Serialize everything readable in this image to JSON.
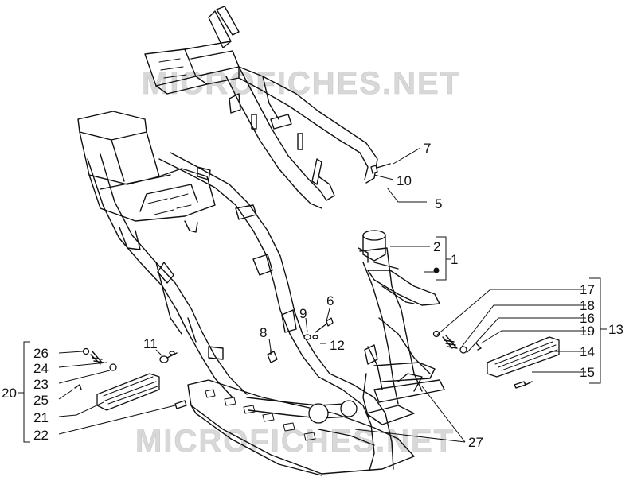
{
  "watermark": "MICROFICHES.NET",
  "callouts": {
    "c1": "1",
    "c2": "2",
    "c5": "5",
    "c6": "6",
    "c7": "7",
    "c8": "8",
    "c9": "9",
    "c10": "10",
    "c11": "11",
    "c12": "12",
    "c13": "13",
    "c14": "14",
    "c15": "15",
    "c16": "16",
    "c17": "17",
    "c18": "18",
    "c19": "19",
    "c20": "20",
    "c21": "21",
    "c22": "22",
    "c23": "23",
    "c24": "24",
    "c25": "25",
    "c26": "26",
    "c27": "27"
  },
  "colors": {
    "line": "#111111",
    "watermark": "#d8d8d8",
    "background": "#ffffff"
  }
}
